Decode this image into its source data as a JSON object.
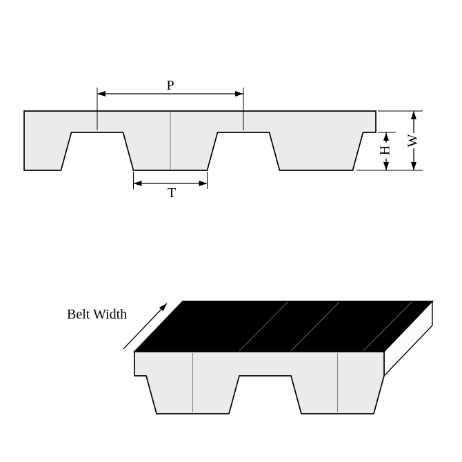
{
  "labels": {
    "pitch": "P",
    "tooth_width": "T",
    "tooth_height": "H",
    "belt_thickness": "W",
    "belt_width": "Belt Width"
  },
  "colors": {
    "belt_fill": "#ebebeb",
    "top_face": "#000000",
    "side_face": "#fbfbfb",
    "line": "#000000"
  }
}
